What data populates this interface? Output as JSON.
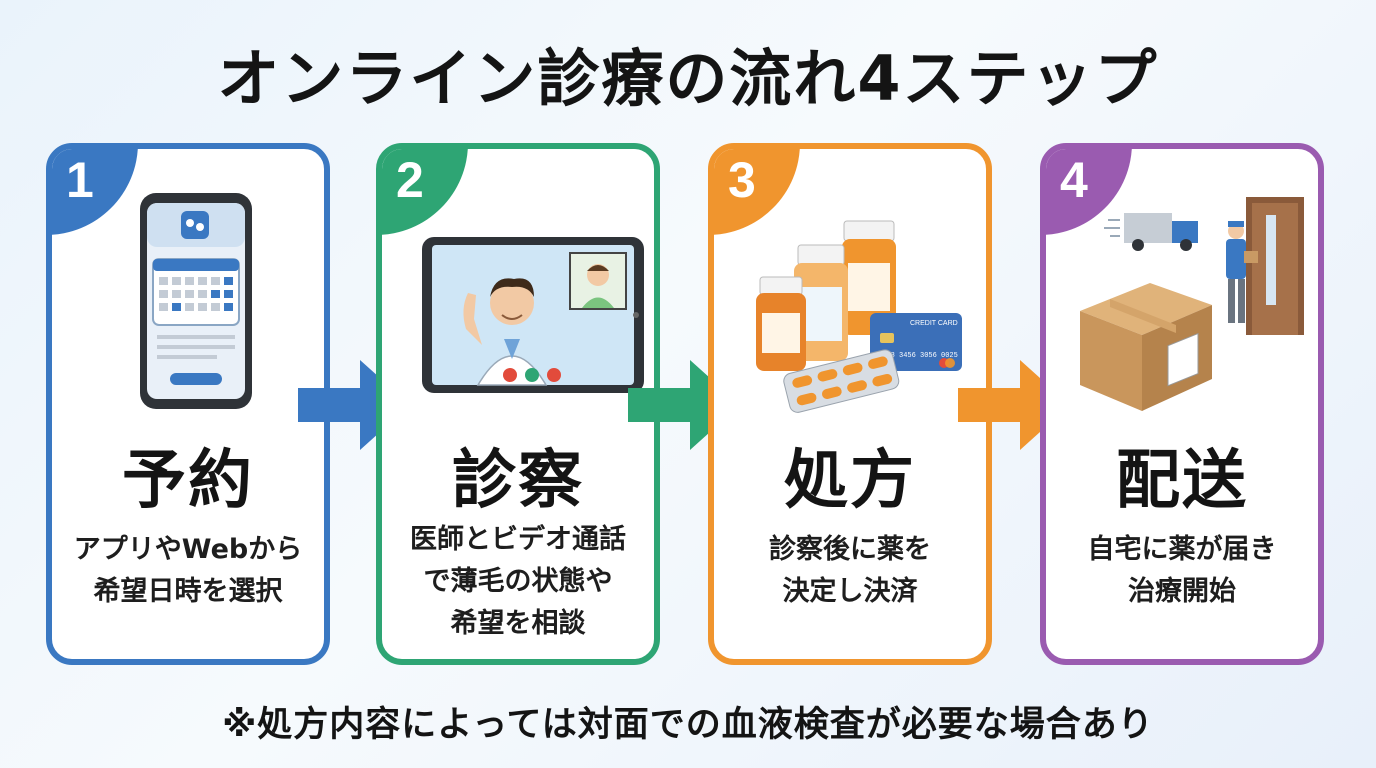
{
  "title": "オンライン診療の流れ4ステップ",
  "steps": [
    {
      "number": "1",
      "title": "予約",
      "description": "アプリやWebから\n希望日時を選択",
      "color": "#3a78c2",
      "icon": "smartphone-calendar-icon"
    },
    {
      "number": "2",
      "title": "診察",
      "description": "医師とビデオ通話\nで薄毛の状態や\n希望を相談",
      "color": "#2ea574",
      "icon": "tablet-video-call-icon"
    },
    {
      "number": "3",
      "title": "処方",
      "description": "診察後に薬を\n決定し決済",
      "color": "#f0952e",
      "icon": "medicine-credit-card-icon"
    },
    {
      "number": "4",
      "title": "配送",
      "description": "自宅に薬が届き\n治療開始",
      "color": "#9a5bb0",
      "icon": "delivery-box-icon"
    }
  ],
  "card_label": "CREDIT CARD",
  "card_number": "3528 3456 3056 0025",
  "footnote": "※処方内容によっては対面での血液検査が必要な場合あり"
}
